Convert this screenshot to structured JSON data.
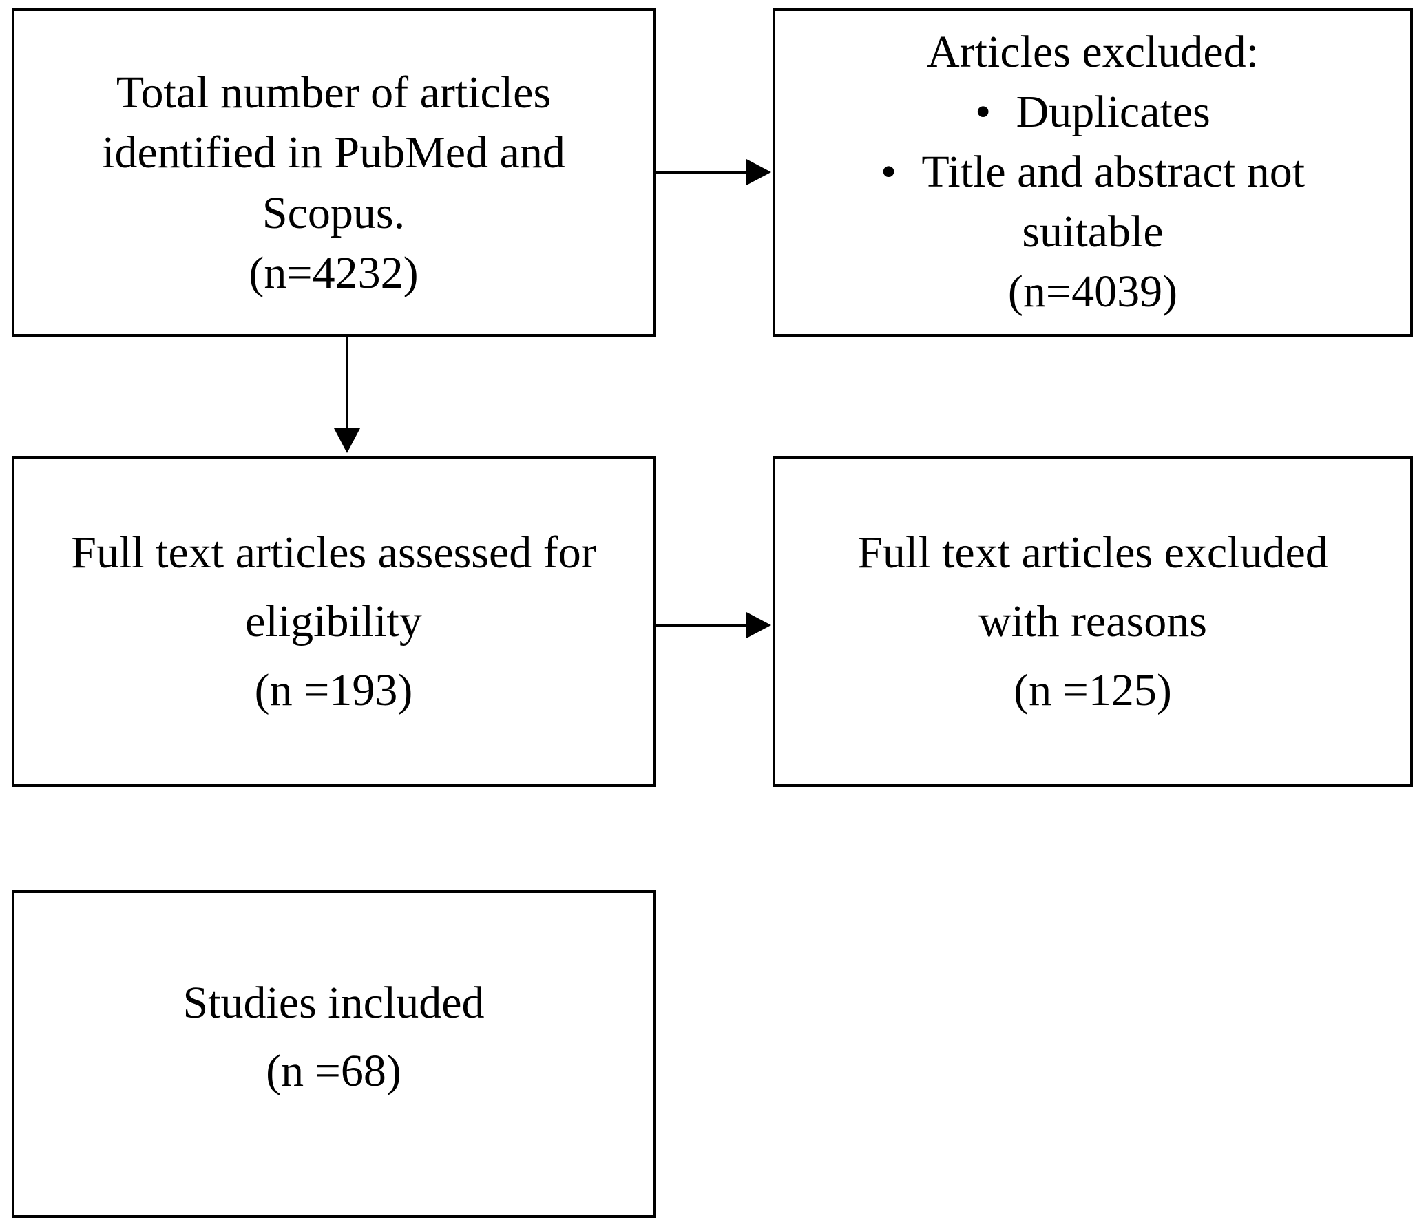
{
  "figure": {
    "type": "flow-diagram",
    "background_color": "#ffffff",
    "line_color": "#000000",
    "text_color": "#000000",
    "bullet_char": "•",
    "boxes": {
      "identified": {
        "lines": [
          {
            "text": "Total number of articles"
          },
          {
            "text": "identified in PubMed and"
          },
          {
            "text": "Scopus."
          },
          {
            "text": "(n=4232)"
          }
        ]
      },
      "excluded": {
        "lines": [
          {
            "text": "Articles excluded:"
          },
          {
            "text": "Duplicates",
            "bullet": true
          },
          {
            "text": "Title and abstract not",
            "bullet": true
          },
          {
            "text": "suitable"
          },
          {
            "text": "(n=4039)"
          }
        ]
      },
      "fulltext": {
        "lines": [
          {
            "text": "Full text articles assessed for"
          },
          {
            "text": "eligibility"
          },
          {
            "text": "(n =193)"
          }
        ]
      },
      "fulltext_excluded": {
        "lines": [
          {
            "text": "Full text articles excluded"
          },
          {
            "text": "with reasons"
          },
          {
            "text": "(n =125)"
          }
        ]
      },
      "included": {
        "lines": [
          {
            "text": "Studies included"
          },
          {
            "text": "(n =68)"
          }
        ]
      }
    }
  }
}
